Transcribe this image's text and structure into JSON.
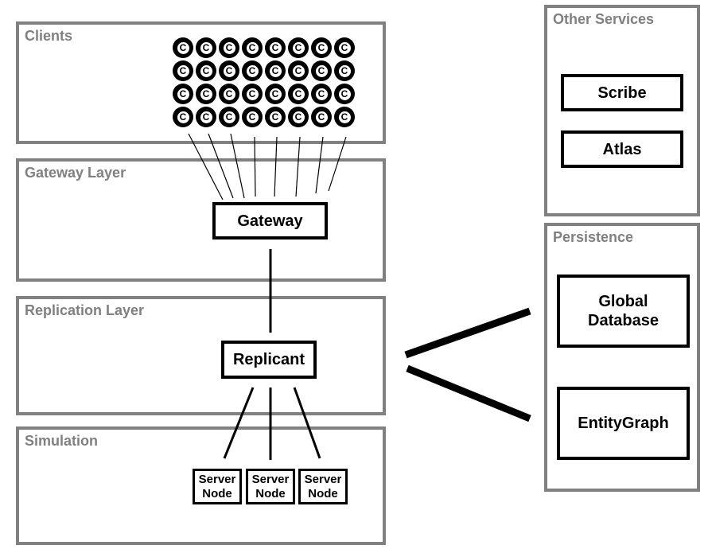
{
  "layers": {
    "clients": "Clients",
    "gateway": "Gateway Layer",
    "replication": "Replication Layer",
    "simulation": "Simulation",
    "other_services": "Other Services",
    "persistence": "Persistence"
  },
  "components": {
    "gateway": "Gateway",
    "replicant": "Replicant",
    "server_node": [
      "Server",
      "Node"
    ],
    "scribe": "Scribe",
    "atlas": "Atlas",
    "global_database": [
      "Global",
      "Database"
    ],
    "entity_graph": "EntityGraph"
  },
  "clients": {
    "symbol": "C",
    "count": 32,
    "icon": "client-icon"
  },
  "colors": {
    "layer_border": "#808080",
    "layer_title": "#808080",
    "component_border": "#000000",
    "connector": "#000000"
  }
}
